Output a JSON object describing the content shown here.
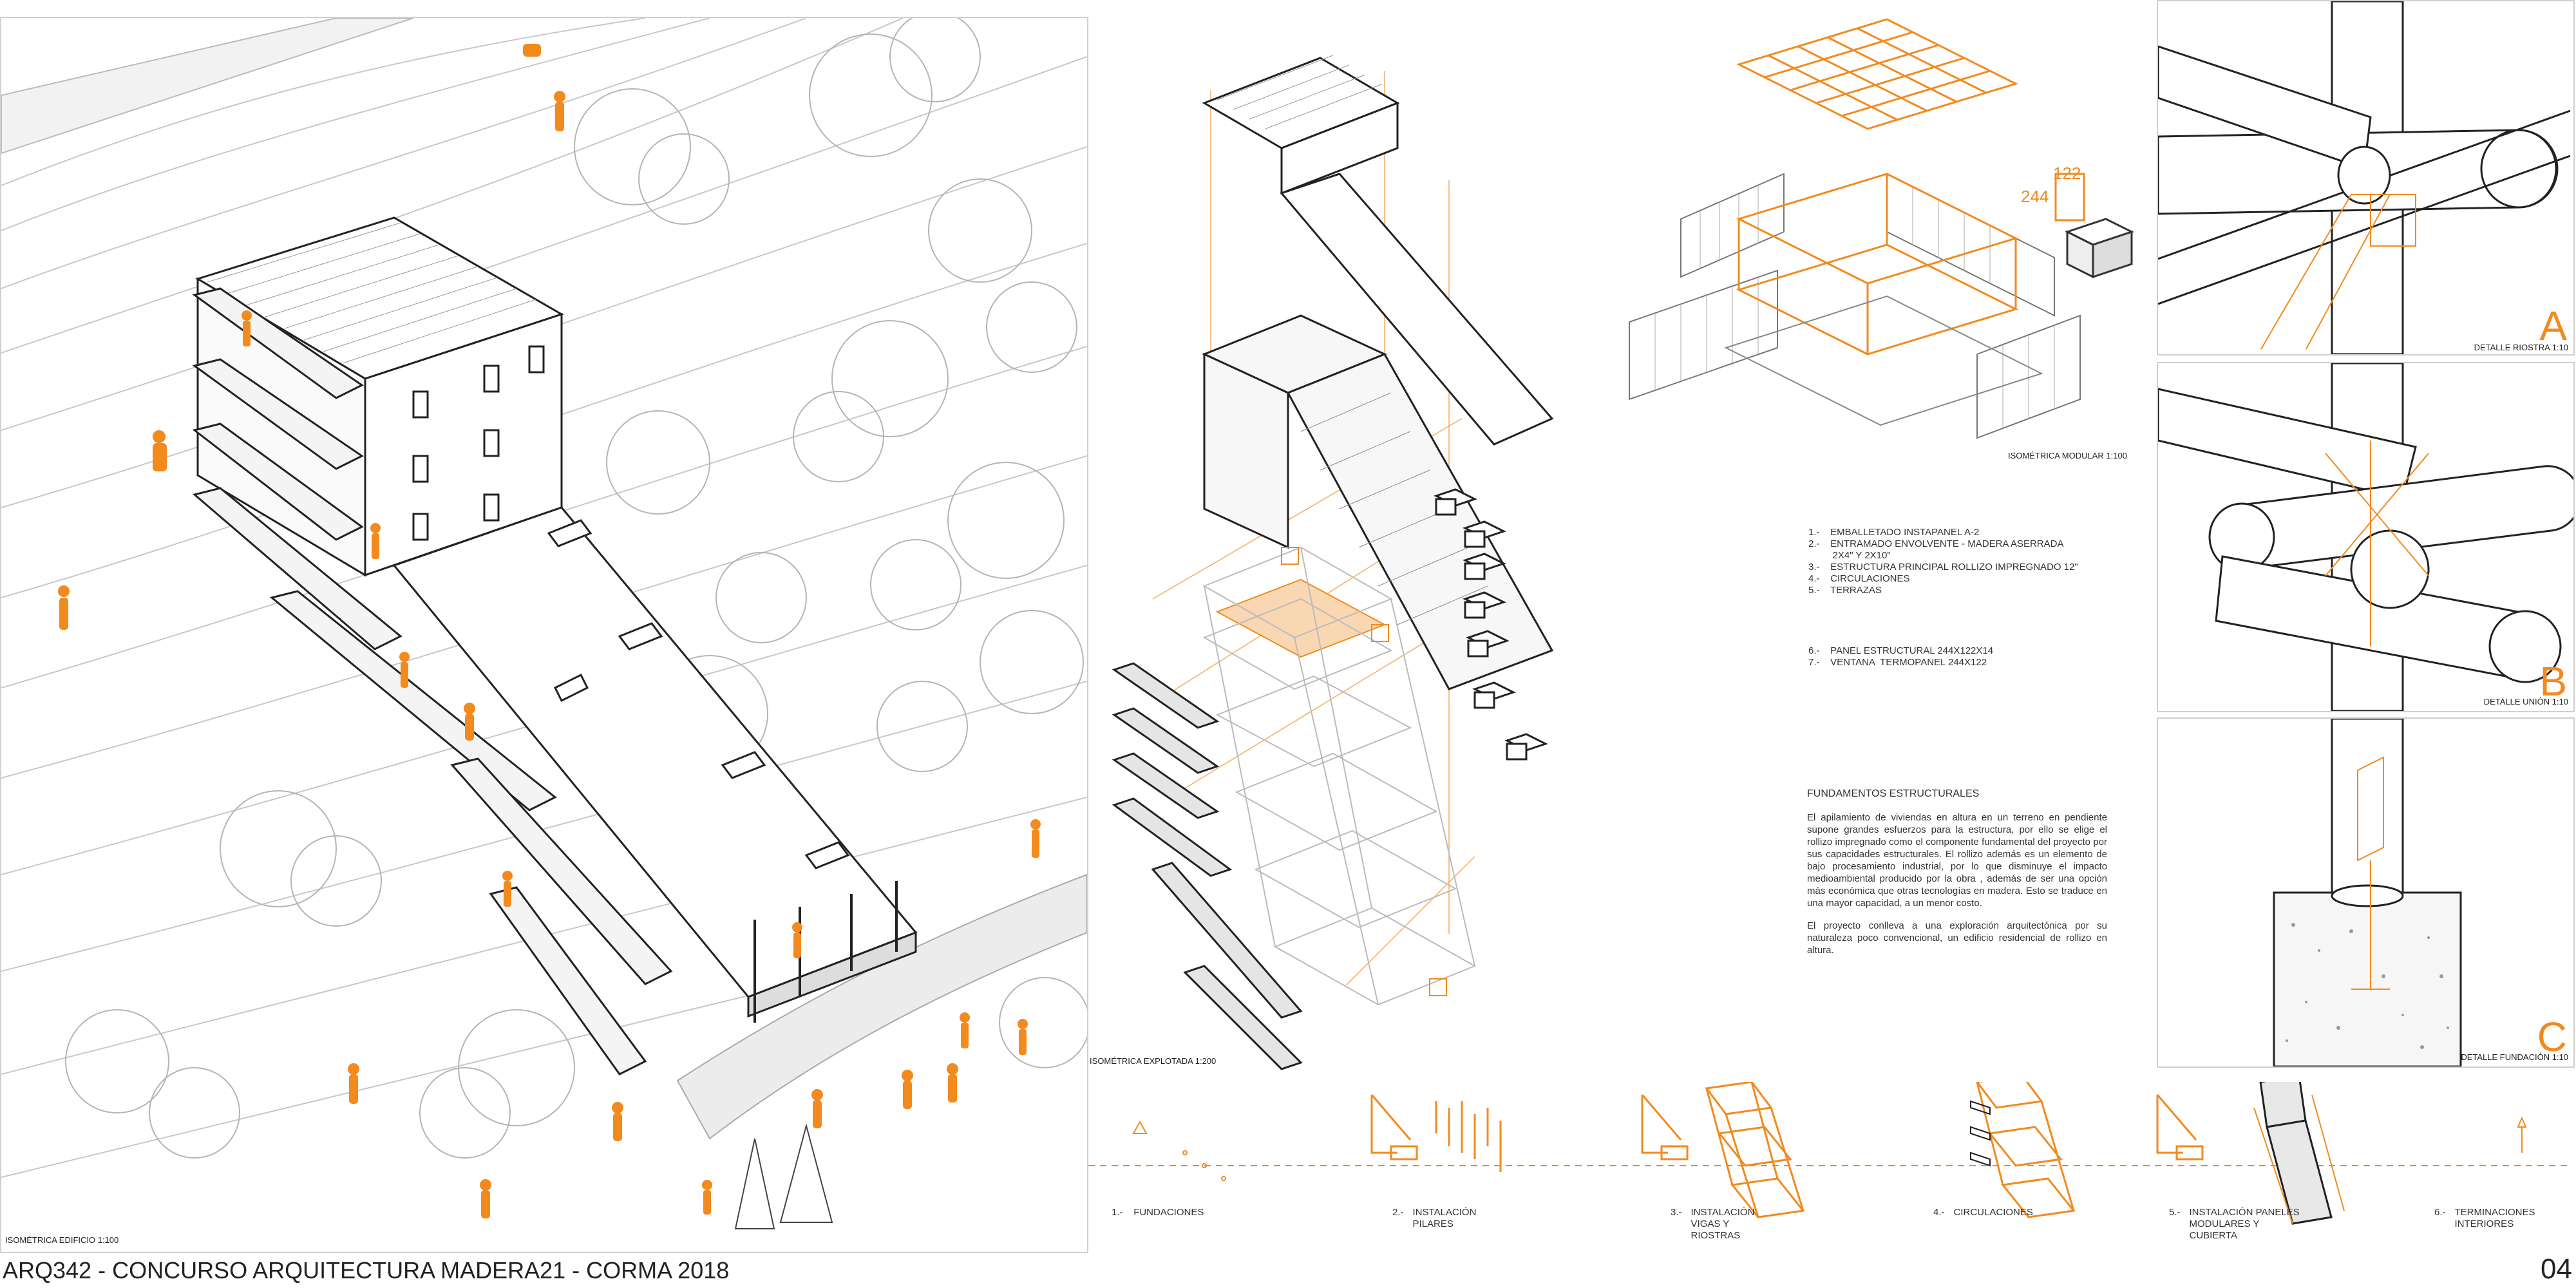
{
  "footer": {
    "title": "ARQ342 - CONCURSO ARQUITECTURA MADERA21 - CORMA 2018",
    "page_number": "04"
  },
  "captions": {
    "iso_building": "ISOMÉTRICA EDIFICIO 1:100",
    "iso_exploded": "ISOMÉTRICA EXPLOTADA 1:200",
    "iso_modular": "ISOMÉTRICA MODULAR 1:100",
    "module_width": "122",
    "module_height": "244"
  },
  "legend": [
    "1.-    EMBALLETADO INSTAPANEL A-2",
    "2.-    ENTRAMADO ENVOLVENTE - MADERA ASERRADA",
    "         2X4\" Y 2X10\"",
    "3.-    ESTRUCTURA PRINCIPAL ROLLIZO IMPREGNADO 12\"",
    "4.-    CIRCULACIONES",
    "5.-    TERRAZAS"
  ],
  "legend2": [
    "6.-    PANEL ESTRUCTURAL 244X122X14",
    "7.-    VENTANA  TERMOPANEL 244X122"
  ],
  "fundamentos": {
    "heading": "FUNDAMENTOS ESTRUCTURALES",
    "p1": "El apilamiento de viviendas en altura en un terreno en pendiente supone grandes esfuerzos para la estructura, por ello se elige el rollizo impregnado como el componente fundamental del proyecto por sus capacidades estructurales. El rollizo además es un elemento de bajo procesamiento industrial, por lo que disminuye el impacto medioambiental producido por la obra , además de ser una opción más económica que otras tecnologías en madera. Esto se traduce en una mayor capacidad, a un menor costo.",
    "p2": "El proyecto conlleva a una exploración arquitectónica por su naturaleza poco convencional, un edificio residencial de rollizo en altura."
  },
  "details": [
    {
      "letter": "A",
      "caption": "DETALLE RIOSTRA 1:10"
    },
    {
      "letter": "B",
      "caption": "DETALLE UNIÓN 1:10"
    },
    {
      "letter": "C",
      "caption": "DETALLE FUNDACIÓN 1:10"
    }
  ],
  "steps": [
    {
      "num": "1.-",
      "label": "FUNDACIONES"
    },
    {
      "num": "2.-",
      "label": "INSTALACIÓN\nPILARES"
    },
    {
      "num": "3.-",
      "label": "INSTALACIÓN\nVIGAS Y\nRIOSTRAS"
    },
    {
      "num": "4.-",
      "label": "CIRCULACIONES"
    },
    {
      "num": "5.-",
      "label": "INSTALACIÓN PANELES\nMODULARES Y\nCUBIERTA"
    },
    {
      "num": "6.-",
      "label": "TERMINACIONES\nINTERIORES"
    }
  ],
  "colors": {
    "accent": "#f28a1e",
    "line": "#333333",
    "light_line": "#bbbbbb"
  }
}
